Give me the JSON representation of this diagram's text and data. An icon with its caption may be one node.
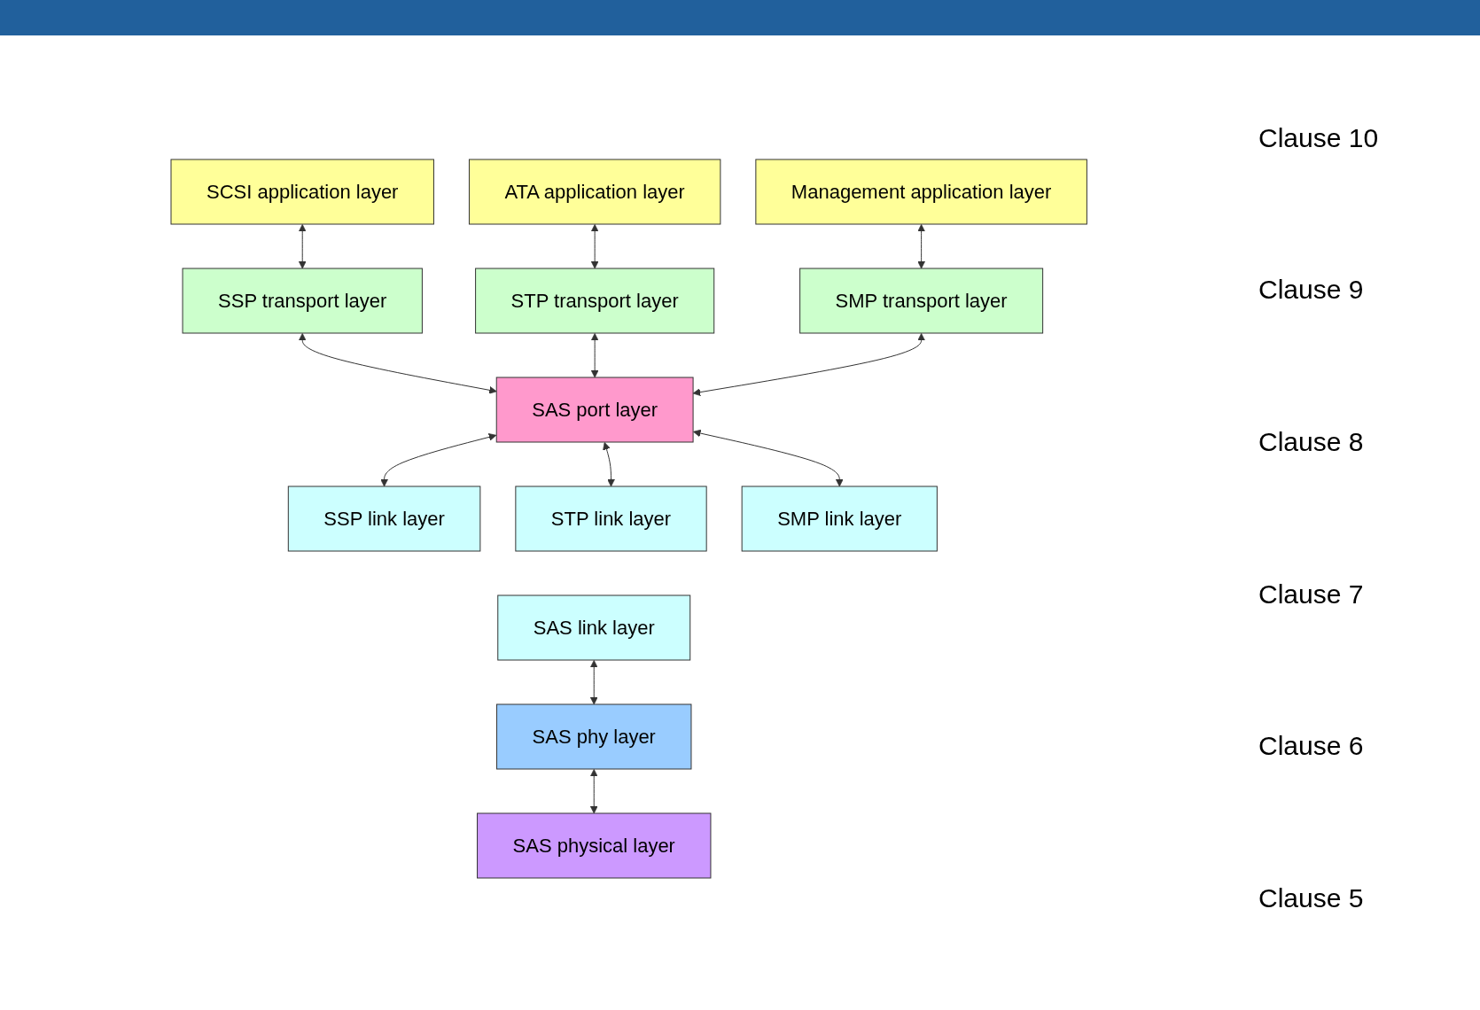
{
  "diagram": {
    "nodes": [
      {
        "text": [
          "SCSI application layer"
        ]
      },
      {
        "text": [
          "ATA application layer"
        ]
      },
      {
        "text": [
          "Management application layer"
        ]
      },
      {
        "text": [
          "SSP transport layer"
        ]
      },
      {
        "text": [
          "STP transport layer"
        ]
      },
      {
        "text": [
          "SMP transport layer"
        ]
      },
      {
        "text": [
          "SAS port layer"
        ]
      },
      {
        "text": [
          "SSP link layer"
        ]
      },
      {
        "text": [
          "STP link layer"
        ]
      },
      {
        "text": [
          "SMP link layer"
        ]
      },
      {
        "text": [
          "SAS link layer"
        ]
      },
      {
        "text": [
          "SAS phy layer"
        ]
      },
      {
        "text": [
          "SAS physical layer"
        ]
      }
    ],
    "edges": [
      {
        "from": 0,
        "to": 3,
        "arrow": "both"
      },
      {
        "from": 1,
        "to": 4,
        "arrow": "both"
      },
      {
        "from": 2,
        "to": 5,
        "arrow": "both"
      },
      {
        "from": 3,
        "to": 6,
        "arrow": "both"
      },
      {
        "from": 4,
        "to": 6,
        "arrow": "both"
      },
      {
        "from": 5,
        "to": 6,
        "arrow": "both"
      },
      {
        "from": 6,
        "to": 7,
        "arrow": "both"
      },
      {
        "from": 6,
        "to": 8,
        "arrow": "both"
      },
      {
        "from": 6,
        "to": 9,
        "arrow": "both"
      },
      {
        "from": 10,
        "to": 11,
        "arrow": "both"
      },
      {
        "from": 11,
        "to": 12,
        "arrow": "both"
      }
    ],
    "labels": [
      "Clause 10",
      "Clause 9",
      "Clause 8",
      "Clause 7",
      "Clause 6",
      "Clause 5"
    ]
  }
}
